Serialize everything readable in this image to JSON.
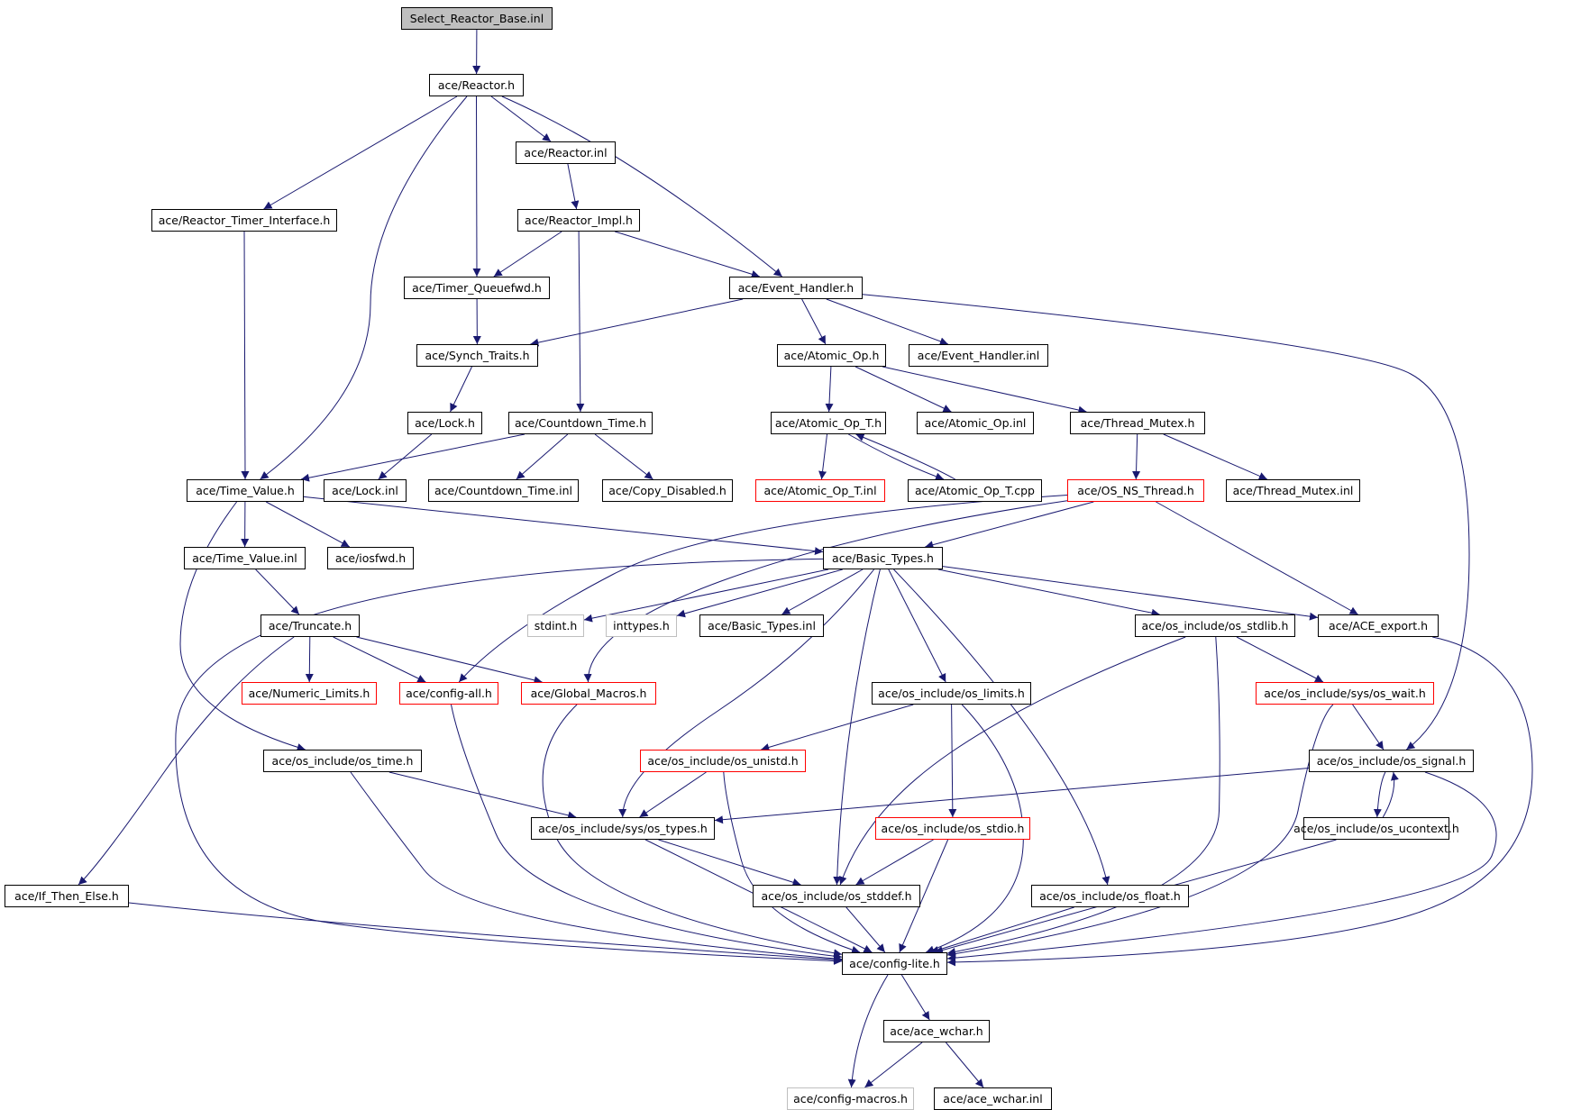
{
  "graph": {
    "edge_color": "#191970",
    "nodes": [
      {
        "id": "n0",
        "label": "Select_Reactor_Base.inl",
        "style": "root"
      },
      {
        "id": "n1",
        "label": "ace/Reactor.h",
        "style": "normal"
      },
      {
        "id": "n2",
        "label": "ace/Reactor.inl",
        "style": "normal"
      },
      {
        "id": "n3",
        "label": "ace/Reactor_Timer_Interface.h",
        "style": "normal"
      },
      {
        "id": "n4",
        "label": "ace/Reactor_Impl.h",
        "style": "normal"
      },
      {
        "id": "n5",
        "label": "ace/Timer_Queuefwd.h",
        "style": "normal"
      },
      {
        "id": "n6",
        "label": "ace/Event_Handler.h",
        "style": "normal"
      },
      {
        "id": "n7",
        "label": "ace/Synch_Traits.h",
        "style": "normal"
      },
      {
        "id": "n8",
        "label": "ace/Atomic_Op.h",
        "style": "normal"
      },
      {
        "id": "n9",
        "label": "ace/Event_Handler.inl",
        "style": "normal"
      },
      {
        "id": "n10",
        "label": "ace/Lock.h",
        "style": "normal"
      },
      {
        "id": "n11",
        "label": "ace/Countdown_Time.h",
        "style": "normal"
      },
      {
        "id": "n12",
        "label": "ace/Atomic_Op_T.h",
        "style": "normal"
      },
      {
        "id": "n13",
        "label": "ace/Atomic_Op.inl",
        "style": "normal"
      },
      {
        "id": "n14",
        "label": "ace/Thread_Mutex.h",
        "style": "normal"
      },
      {
        "id": "n15",
        "label": "ace/Time_Value.h",
        "style": "normal"
      },
      {
        "id": "n16",
        "label": "ace/Lock.inl",
        "style": "normal"
      },
      {
        "id": "n17",
        "label": "ace/Countdown_Time.inl",
        "style": "normal"
      },
      {
        "id": "n18",
        "label": "ace/Copy_Disabled.h",
        "style": "normal"
      },
      {
        "id": "n19",
        "label": "ace/Atomic_Op_T.inl",
        "style": "red"
      },
      {
        "id": "n20",
        "label": "ace/Atomic_Op_T.cpp",
        "style": "normal"
      },
      {
        "id": "n21",
        "label": "ace/OS_NS_Thread.h",
        "style": "red"
      },
      {
        "id": "n22",
        "label": "ace/Thread_Mutex.inl",
        "style": "normal"
      },
      {
        "id": "n23",
        "label": "ace/Time_Value.inl",
        "style": "normal"
      },
      {
        "id": "n24",
        "label": "ace/iosfwd.h",
        "style": "normal"
      },
      {
        "id": "n25",
        "label": "ace/Basic_Types.h",
        "style": "normal"
      },
      {
        "id": "n26",
        "label": "ace/Truncate.h",
        "style": "normal"
      },
      {
        "id": "n27",
        "label": "stdint.h",
        "style": "gray"
      },
      {
        "id": "n28",
        "label": "inttypes.h",
        "style": "gray"
      },
      {
        "id": "n29",
        "label": "ace/Basic_Types.inl",
        "style": "normal"
      },
      {
        "id": "n30",
        "label": "ace/os_include/os_stdlib.h",
        "style": "normal"
      },
      {
        "id": "n31",
        "label": "ace/ACE_export.h",
        "style": "normal"
      },
      {
        "id": "n32",
        "label": "ace/Numeric_Limits.h",
        "style": "red"
      },
      {
        "id": "n33",
        "label": "ace/config-all.h",
        "style": "red"
      },
      {
        "id": "n34",
        "label": "ace/Global_Macros.h",
        "style": "red"
      },
      {
        "id": "n35",
        "label": "ace/os_include/os_limits.h",
        "style": "normal"
      },
      {
        "id": "n36",
        "label": "ace/os_include/sys/os_wait.h",
        "style": "red"
      },
      {
        "id": "n37",
        "label": "ace/os_include/os_time.h",
        "style": "normal"
      },
      {
        "id": "n38",
        "label": "ace/os_include/os_unistd.h",
        "style": "red"
      },
      {
        "id": "n39",
        "label": "ace/os_include/os_signal.h",
        "style": "normal"
      },
      {
        "id": "n40",
        "label": "ace/os_include/sys/os_types.h",
        "style": "normal"
      },
      {
        "id": "n41",
        "label": "ace/os_include/os_stdio.h",
        "style": "red"
      },
      {
        "id": "n42",
        "label": "ace/os_include/os_ucontext.h",
        "style": "normal"
      },
      {
        "id": "n43",
        "label": "ace/If_Then_Else.h",
        "style": "normal"
      },
      {
        "id": "n44",
        "label": "ace/os_include/os_stddef.h",
        "style": "normal"
      },
      {
        "id": "n45",
        "label": "ace/os_include/os_float.h",
        "style": "normal"
      },
      {
        "id": "n46",
        "label": "ace/config-lite.h",
        "style": "normal"
      },
      {
        "id": "n47",
        "label": "ace/ace_wchar.h",
        "style": "normal"
      },
      {
        "id": "n48",
        "label": "ace/config-macros.h",
        "style": "gray"
      },
      {
        "id": "n49",
        "label": "ace/ace_wchar.inl",
        "style": "normal"
      }
    ],
    "edges": [
      [
        "n0",
        "n1"
      ],
      [
        "n1",
        "n2"
      ],
      [
        "n1",
        "n3"
      ],
      [
        "n1",
        "n5"
      ],
      [
        "n1",
        "n6"
      ],
      [
        "n1",
        "n15"
      ],
      [
        "n2",
        "n4"
      ],
      [
        "n3",
        "n15"
      ],
      [
        "n4",
        "n5"
      ],
      [
        "n4",
        "n6"
      ],
      [
        "n4",
        "n11"
      ],
      [
        "n5",
        "n7"
      ],
      [
        "n6",
        "n7"
      ],
      [
        "n6",
        "n8"
      ],
      [
        "n6",
        "n9"
      ],
      [
        "n6",
        "n39"
      ],
      [
        "n7",
        "n10"
      ],
      [
        "n8",
        "n12"
      ],
      [
        "n8",
        "n13"
      ],
      [
        "n8",
        "n14"
      ],
      [
        "n10",
        "n16"
      ],
      [
        "n11",
        "n15"
      ],
      [
        "n11",
        "n17"
      ],
      [
        "n11",
        "n18"
      ],
      [
        "n12",
        "n19"
      ],
      [
        "n12",
        "n20"
      ],
      [
        "n14",
        "n21"
      ],
      [
        "n14",
        "n22"
      ],
      [
        "n15",
        "n23"
      ],
      [
        "n15",
        "n24"
      ],
      [
        "n15",
        "n25"
      ],
      [
        "n15",
        "n37"
      ],
      [
        "n20",
        "n12"
      ],
      [
        "n21",
        "n25"
      ],
      [
        "n21",
        "n31"
      ],
      [
        "n21",
        "n33"
      ],
      [
        "n21",
        "n34"
      ],
      [
        "n23",
        "n26"
      ],
      [
        "n25",
        "n27"
      ],
      [
        "n25",
        "n28"
      ],
      [
        "n25",
        "n29"
      ],
      [
        "n25",
        "n30"
      ],
      [
        "n25",
        "n31"
      ],
      [
        "n25",
        "n35"
      ],
      [
        "n25",
        "n40"
      ],
      [
        "n25",
        "n44"
      ],
      [
        "n25",
        "n45"
      ],
      [
        "n25",
        "n46"
      ],
      [
        "n26",
        "n32"
      ],
      [
        "n26",
        "n33"
      ],
      [
        "n26",
        "n34"
      ],
      [
        "n26",
        "n43"
      ],
      [
        "n30",
        "n36"
      ],
      [
        "n30",
        "n44"
      ],
      [
        "n30",
        "n46"
      ],
      [
        "n31",
        "n46"
      ],
      [
        "n33",
        "n46"
      ],
      [
        "n34",
        "n46"
      ],
      [
        "n35",
        "n38"
      ],
      [
        "n35",
        "n41"
      ],
      [
        "n35",
        "n46"
      ],
      [
        "n36",
        "n39"
      ],
      [
        "n36",
        "n46"
      ],
      [
        "n37",
        "n40"
      ],
      [
        "n37",
        "n46"
      ],
      [
        "n38",
        "n40"
      ],
      [
        "n38",
        "n46"
      ],
      [
        "n39",
        "n40"
      ],
      [
        "n39",
        "n42"
      ],
      [
        "n39",
        "n46"
      ],
      [
        "n40",
        "n44"
      ],
      [
        "n40",
        "n46"
      ],
      [
        "n41",
        "n44"
      ],
      [
        "n41",
        "n46"
      ],
      [
        "n42",
        "n39"
      ],
      [
        "n42",
        "n46"
      ],
      [
        "n43",
        "n46"
      ],
      [
        "n44",
        "n46"
      ],
      [
        "n45",
        "n46"
      ],
      [
        "n46",
        "n47"
      ],
      [
        "n46",
        "n48"
      ],
      [
        "n47",
        "n48"
      ],
      [
        "n47",
        "n49"
      ]
    ]
  }
}
